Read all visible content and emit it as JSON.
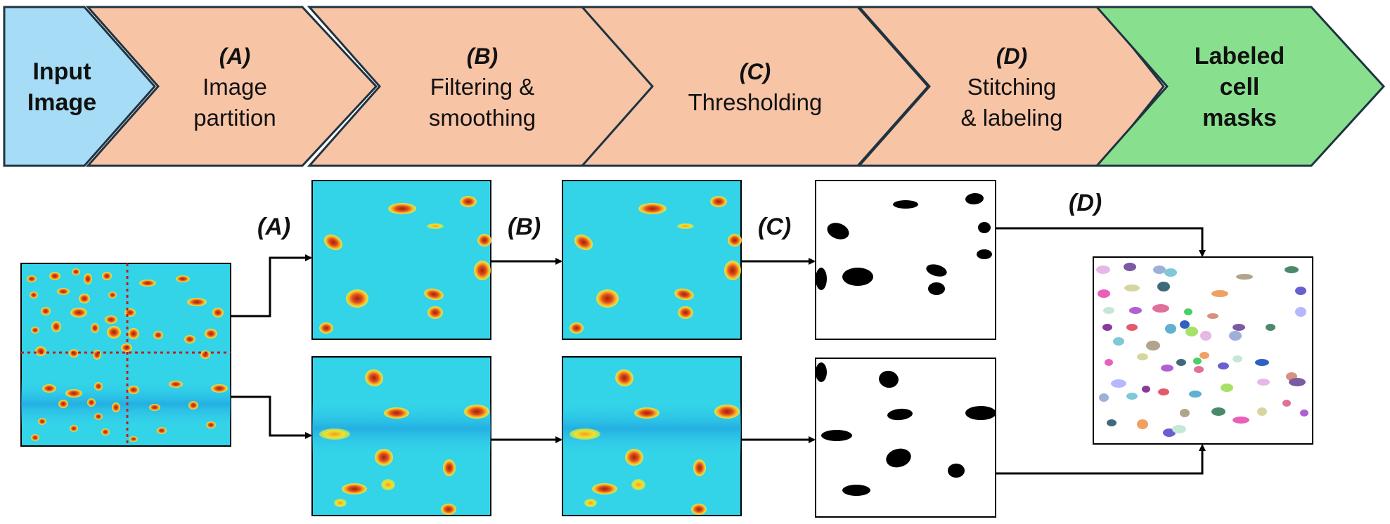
{
  "pipeline": {
    "stages": [
      {
        "id": "input",
        "letter": "",
        "lines": [
          "Input",
          "Image"
        ],
        "color": "#a6dcf5"
      },
      {
        "id": "a",
        "letter": "(A)",
        "lines": [
          "Image",
          "partition"
        ],
        "color": "#f7c4a6"
      },
      {
        "id": "b",
        "letter": "(B)",
        "lines": [
          "Filtering &",
          "smoothing"
        ],
        "color": "#f7c4a6"
      },
      {
        "id": "c",
        "letter": "(C)",
        "lines": [
          "Thresholding"
        ],
        "color": "#f7c4a6"
      },
      {
        "id": "d",
        "letter": "(D)",
        "lines": [
          "Stitching",
          "& labeling"
        ],
        "color": "#f7c4a6"
      },
      {
        "id": "output",
        "letter": "",
        "lines": [
          "Labeled",
          "cell",
          "masks"
        ],
        "color": "#88e08f"
      }
    ]
  },
  "flow": {
    "step_labels": {
      "a": "(A)",
      "b": "(B)",
      "c": "(C)",
      "d": "(D)"
    },
    "colors": {
      "heatmap_background": "#2fd4ea",
      "cell_core": "#c0300c",
      "cell_rim": "#f5e02a",
      "mask": "#000000",
      "outline": "#1f3340",
      "arrow": "#000000"
    }
  }
}
